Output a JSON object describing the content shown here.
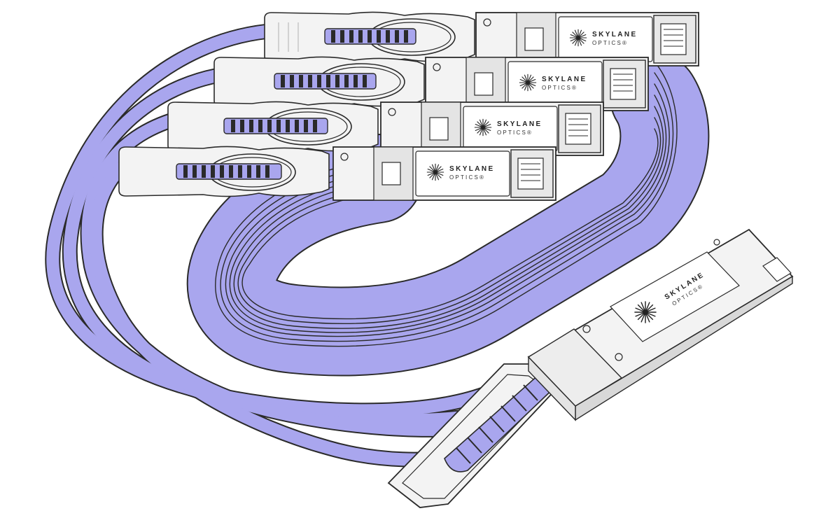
{
  "brand": {
    "name_line1": "SKYLANE",
    "name_line2": "OPTICS®"
  },
  "colors": {
    "cable_fill": "#A9A6EE",
    "cable_stroke": "#2a2a2a",
    "housing": "#F3F3F3",
    "housing_shade": "#D8D8D8",
    "outline": "#2a2a2a"
  },
  "product": {
    "breakout_connectors": 4,
    "icon": "starburst-logo-icon"
  }
}
